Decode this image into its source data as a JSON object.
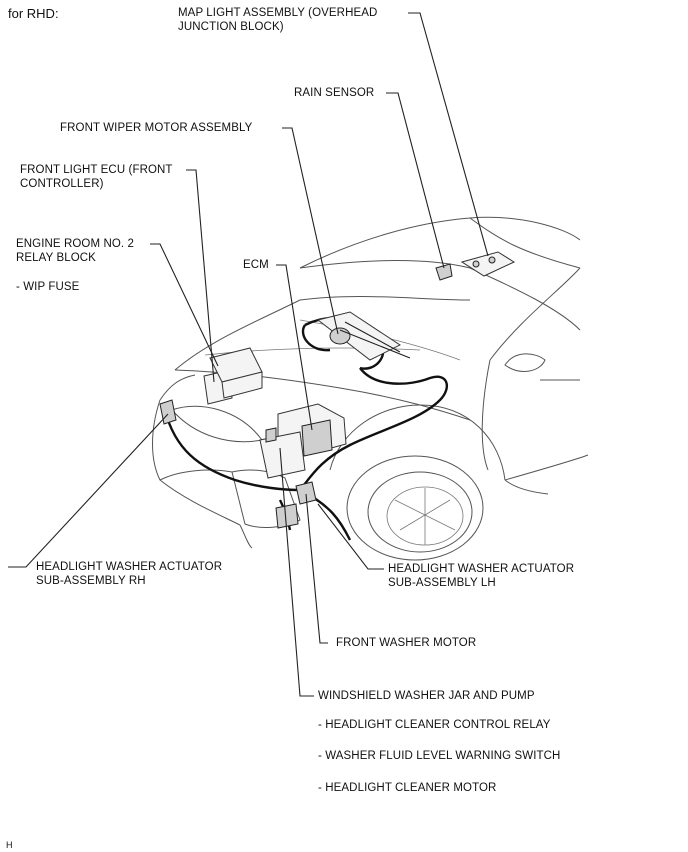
{
  "header": {
    "variant": "for RHD:"
  },
  "footer": {
    "code": "H"
  },
  "labels": {
    "map_light": "MAP LIGHT ASSEMBLY (OVERHEAD\nJUNCTION BLOCK)",
    "rain_sensor": "RAIN SENSOR",
    "front_wiper_motor": "FRONT WIPER MOTOR ASSEMBLY",
    "front_light_ecu": "FRONT LIGHT ECU (FRONT\nCONTROLLER)",
    "engine_room_relay": "ENGINE ROOM NO. 2\nRELAY BLOCK",
    "wip_fuse": "- WIP FUSE",
    "ecm": "ECM",
    "hl_washer_rh": "HEADLIGHT WASHER ACTUATOR\nSUB-ASSEMBLY RH",
    "hl_washer_lh": "HEADLIGHT WASHER ACTUATOR\nSUB-ASSEMBLY LH",
    "front_washer_motor": "FRONT WASHER MOTOR",
    "washer_jar": "WINDSHIELD WASHER JAR AND PUMP",
    "hl_cleaner_relay": "- HEADLIGHT CLEANER CONTROL RELAY",
    "washer_fluid_switch": "- WASHER FLUID LEVEL WARNING SWITCH",
    "hl_cleaner_motor": "- HEADLIGHT CLEANER MOTOR"
  }
}
